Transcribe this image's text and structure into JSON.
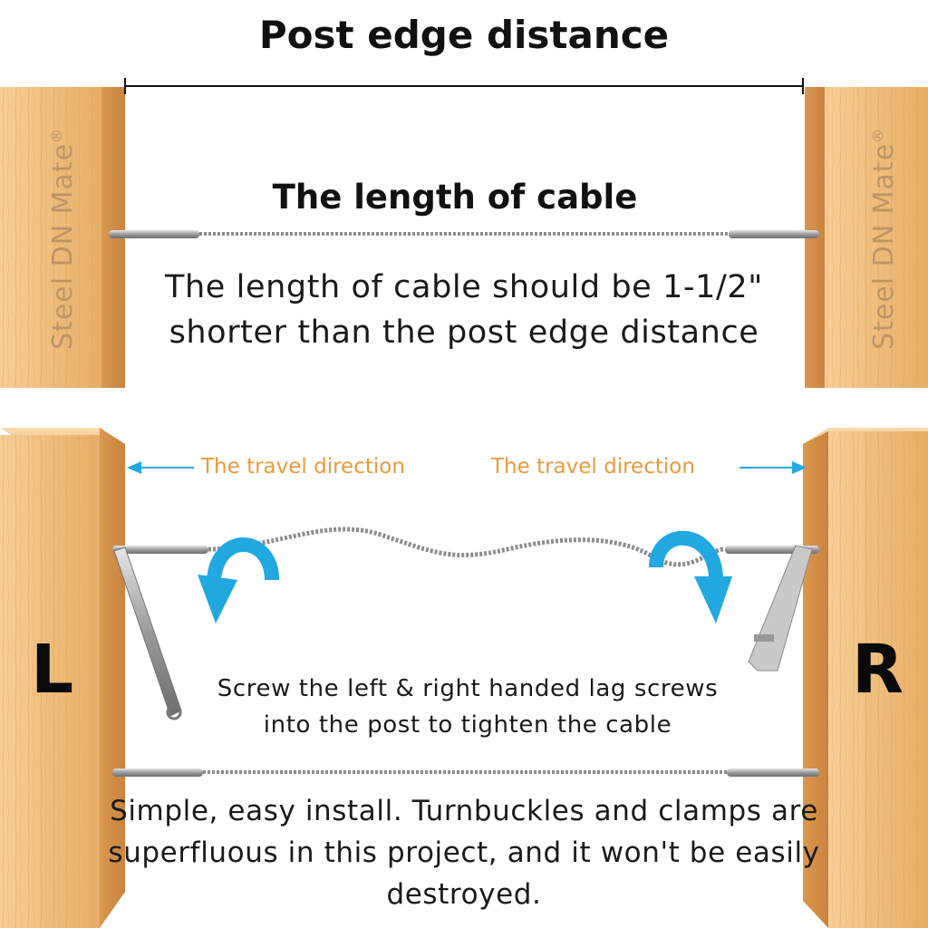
{
  "title": "Post edge distance",
  "cable_heading": "The length of cable",
  "cable_note": "The length of cable should be 1-1/2\" shorter than the post edge distance",
  "brand": {
    "name": "Steel DN Mate",
    "mark": "®"
  },
  "travel_left": "The travel direction",
  "travel_right": "The travel direction",
  "side_left": "L",
  "side_right": "R",
  "instruction": "Screw the left & right handed lag screws into the post to tighten the cable",
  "footer_note": "Simple, easy install. Turnbuckles and clamps are superfluous in this project, and it won't be easily destroyed.",
  "colors": {
    "wood_light": "#f3c68a",
    "wood_mid": "#e9b06c",
    "wood_dark": "#c98a45",
    "arrow_blue": "#21a8df",
    "travel_text": "#e89a3c",
    "cable": "#8c8c8c"
  },
  "icons": [
    "dimension-line-icon",
    "left-arrow-icon",
    "right-arrow-icon",
    "curved-arrow-icon",
    "lag-screw-icon",
    "wrench-tool-icon"
  ]
}
